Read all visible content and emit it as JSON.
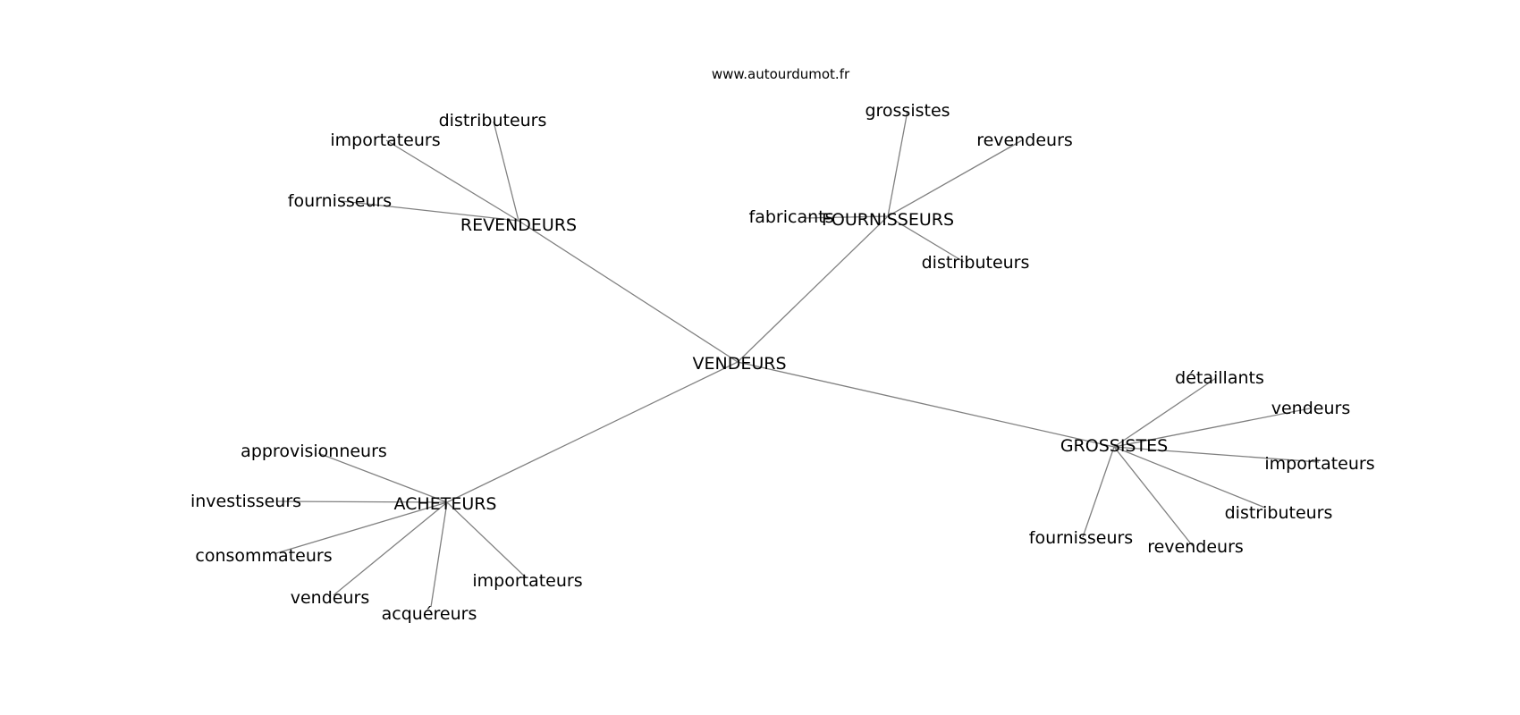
{
  "site": "www.autourdumot.fr",
  "colors": {
    "edge": "#808080",
    "text": "#000000",
    "background": "#ffffff"
  },
  "graph": {
    "center": "VENDEURS",
    "branches": [
      {
        "label": "REVENDEURS",
        "children": [
          "distributeurs",
          "importateurs",
          "fournisseurs"
        ]
      },
      {
        "label": "FOURNISSEURS",
        "children": [
          "grossistes",
          "revendeurs",
          "fabricants",
          "distributeurs"
        ]
      },
      {
        "label": "GROSSISTES",
        "children": [
          "détaillants",
          "vendeurs",
          "importateurs",
          "distributeurs",
          "revendeurs",
          "fournisseurs"
        ]
      },
      {
        "label": "ACHETEURS",
        "children": [
          "approvisionneurs",
          "investisseurs",
          "consommateurs",
          "vendeurs",
          "acquéreurs",
          "importateurs"
        ]
      }
    ]
  }
}
